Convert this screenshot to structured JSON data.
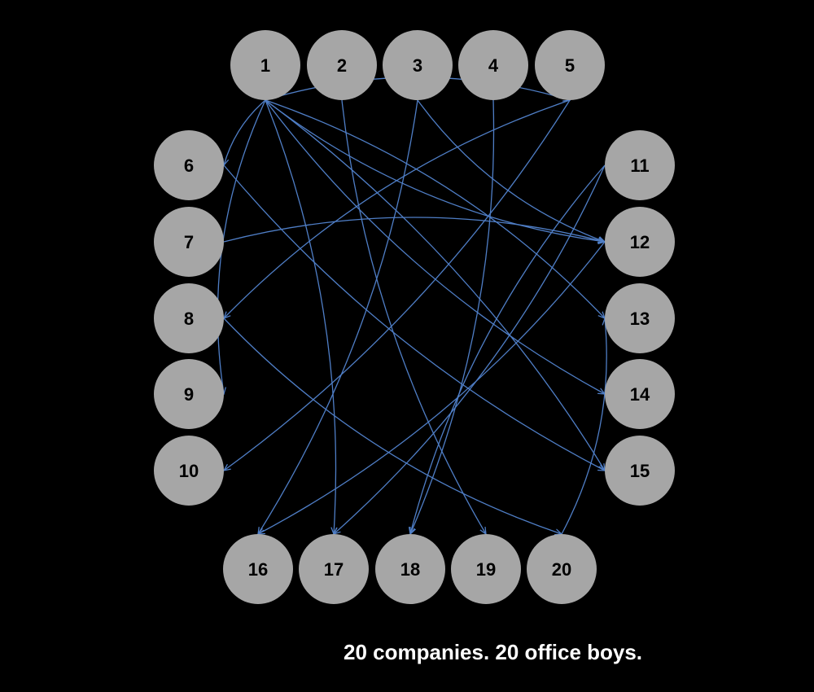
{
  "colors": {
    "background": "#000000",
    "node_fill": "#a6a6a6",
    "node_text": "#000000",
    "edge": "#4f7ec6",
    "caption_text": "#ffffff"
  },
  "nodes": [
    {
      "id": 1,
      "label": "1",
      "group": "top"
    },
    {
      "id": 2,
      "label": "2",
      "group": "top"
    },
    {
      "id": 3,
      "label": "3",
      "group": "top"
    },
    {
      "id": 4,
      "label": "4",
      "group": "top"
    },
    {
      "id": 5,
      "label": "5",
      "group": "top"
    },
    {
      "id": 6,
      "label": "6",
      "group": "left"
    },
    {
      "id": 7,
      "label": "7",
      "group": "left"
    },
    {
      "id": 8,
      "label": "8",
      "group": "left"
    },
    {
      "id": 9,
      "label": "9",
      "group": "left"
    },
    {
      "id": 10,
      "label": "10",
      "group": "left"
    },
    {
      "id": 11,
      "label": "11",
      "group": "right"
    },
    {
      "id": 12,
      "label": "12",
      "group": "right"
    },
    {
      "id": 13,
      "label": "13",
      "group": "right"
    },
    {
      "id": 14,
      "label": "14",
      "group": "right"
    },
    {
      "id": 15,
      "label": "15",
      "group": "right"
    },
    {
      "id": 16,
      "label": "16",
      "group": "bottom"
    },
    {
      "id": 17,
      "label": "17",
      "group": "bottom"
    },
    {
      "id": 18,
      "label": "18",
      "group": "bottom"
    },
    {
      "id": 19,
      "label": "19",
      "group": "bottom"
    },
    {
      "id": 20,
      "label": "20",
      "group": "bottom"
    }
  ],
  "edges": [
    {
      "from": 1,
      "to": 6
    },
    {
      "from": 1,
      "to": 5
    },
    {
      "from": 1,
      "to": 12
    },
    {
      "from": 1,
      "to": 13
    },
    {
      "from": 1,
      "to": 14
    },
    {
      "from": 1,
      "to": 15
    },
    {
      "from": 1,
      "to": 9
    },
    {
      "from": 1,
      "to": 17
    },
    {
      "from": 2,
      "to": 19
    },
    {
      "from": 3,
      "to": 16
    },
    {
      "from": 3,
      "to": 12
    },
    {
      "from": 4,
      "to": 18
    },
    {
      "from": 5,
      "to": 8
    },
    {
      "from": 5,
      "to": 10
    },
    {
      "from": 6,
      "to": 15
    },
    {
      "from": 7,
      "to": 12
    },
    {
      "from": 8,
      "to": 20
    },
    {
      "from": 11,
      "to": 17
    },
    {
      "from": 11,
      "to": 18
    },
    {
      "from": 12,
      "to": 16
    },
    {
      "from": 20,
      "to": 13
    }
  ],
  "caption": "20 companies. 20 office boys."
}
